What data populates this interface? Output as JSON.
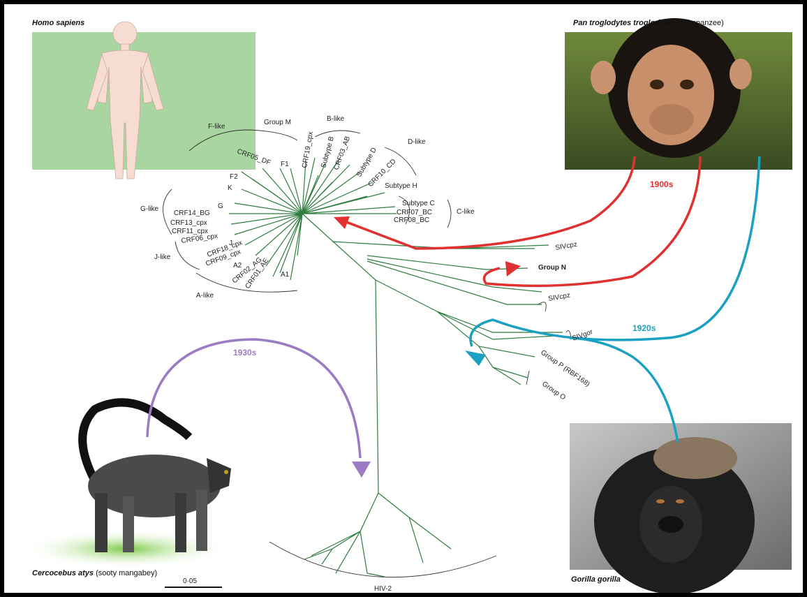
{
  "species": {
    "human": "Homo sapiens",
    "chimp_italic": "Pan troglodytes troglodytes",
    "chimp_common": "(chimpanzee)",
    "gorilla": "Gorilla gorilla",
    "mangabey_italic": "Cercocebus atys",
    "mangabey_common": "(sooty mangabey)"
  },
  "eras": {
    "e1900": "1900s",
    "e1920": "1920s",
    "e1930": "1930s"
  },
  "colors": {
    "red": "#e03030",
    "blue": "#1aa0c0",
    "purple": "#9b7cc4",
    "tree": "#2e7d3e",
    "human_bg": "#a8d5a0"
  },
  "labels": {
    "group_m": "Group M",
    "b_like": "B-like",
    "d_like": "D-like",
    "f_like": "F-like",
    "c_like": "C-like",
    "g_like": "G-like",
    "j_like": "J-like",
    "a_like": "A-like",
    "f1": "F1",
    "f2": "F2",
    "k": "K",
    "g": "G",
    "j": "J",
    "a2": "A2",
    "a1": "A1",
    "crf05": "CRF05_DF",
    "crf19": "CRF19_cpx",
    "subtype_b": "Subtype B",
    "crf03": "CRF03_AB",
    "subtype_d": "Subtype D",
    "crf10": "CRF10_CD",
    "subtype_h": "Subtype H",
    "subtype_c": "Subtype C",
    "crf07": "CRF07_BC",
    "crf08": "CRF08_BC",
    "crf14": "CRF14_BG",
    "crf13": "CRF13_cpx",
    "crf11": "CRF11_cpx",
    "crf06": "CRF06_cpx",
    "crf18": "CRF18_cpx",
    "crf09": "CRF09_cpx",
    "crf02": "CRF02_AG",
    "crf01": "CRF01_AE",
    "sivcpz1": "SIVcpz",
    "group_n": "Group N",
    "sivcpz2": "SIVcpz",
    "sivgor": "SIVgor",
    "group_p": "Group P (RBF168)",
    "group_o": "Group O",
    "hiv2": "HIV-2",
    "scale": "0·05"
  }
}
